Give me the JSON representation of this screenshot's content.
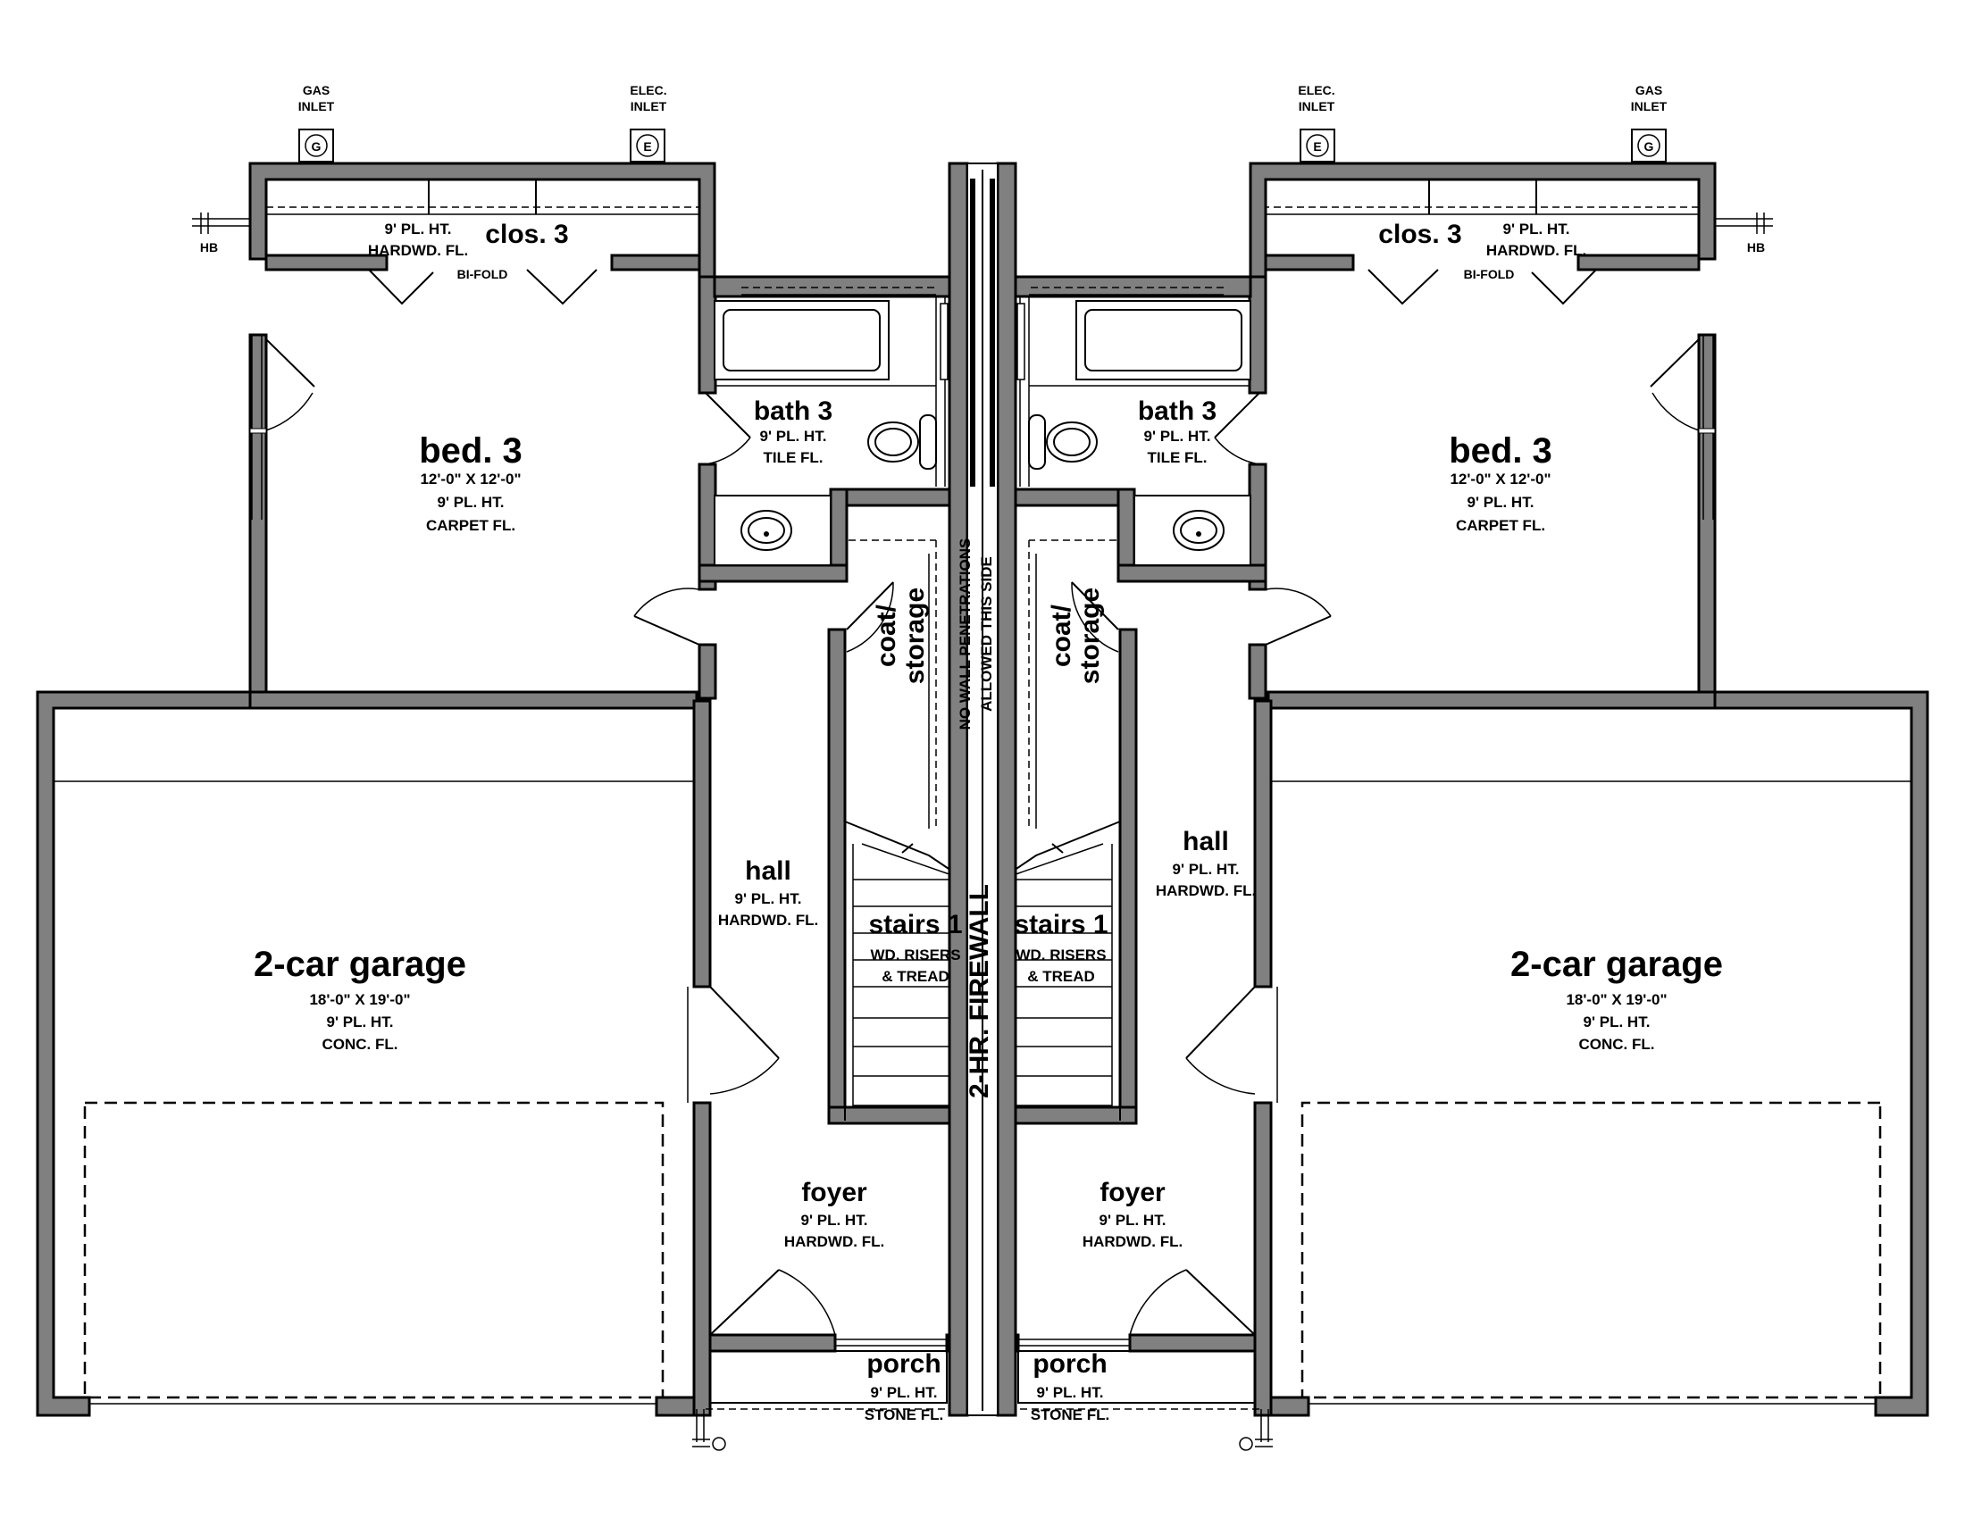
{
  "utilities": {
    "gas_inlet": "GAS INLET",
    "elec_inlet": "ELEC. INLET",
    "gas_symbol": "G",
    "elec_symbol": "E",
    "hose_bib": "HB"
  },
  "bed3": {
    "name": "bed. 3",
    "dims": "12'-0\" X 12'-0\"",
    "height": "9' PL. HT.",
    "floor": "CARPET FL."
  },
  "clos3": {
    "name": "clos. 3",
    "height": "9' PL. HT.",
    "floor": "HARDWD. FL.",
    "door": "BI-FOLD"
  },
  "bath3": {
    "name": "bath 3",
    "height": "9' PL. HT.",
    "floor": "TILE FL."
  },
  "coat": {
    "line1": "coat/",
    "line2": "storage"
  },
  "hall": {
    "name": "hall",
    "height": "9' PL. HT.",
    "floor": "HARDWD. FL."
  },
  "stairs": {
    "name": "stairs 1",
    "risers": "WD. RISERS",
    "tread": "& TREAD"
  },
  "garage": {
    "name": "2-car garage",
    "dims": "18'-0\" X 19'-0\"",
    "height": "9' PL. HT.",
    "floor": "CONC. FL."
  },
  "foyer": {
    "name": "foyer",
    "height": "9' PL. HT.",
    "floor": "HARDWD. FL."
  },
  "porch": {
    "name": "porch",
    "height": "9' PL. HT.",
    "floor": "STONE FL."
  },
  "firewall": {
    "note_line1": "NO WALL PENETRATIONS",
    "note_line2": "ALLOWED THIS SIDE",
    "label": "2-HR. FIREWALL"
  }
}
